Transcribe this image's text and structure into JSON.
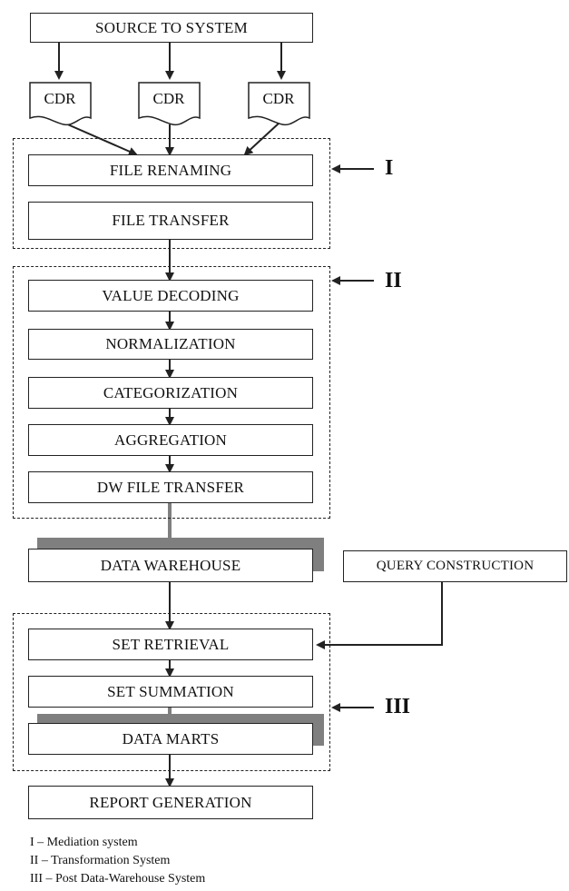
{
  "diagram": {
    "source": "SOURCE TO SYSTEM",
    "cdr_labels": [
      "CDR",
      "CDR",
      "CDR"
    ],
    "stage1": {
      "label": "I",
      "steps": [
        "FILE RENAMING",
        "FILE TRANSFER"
      ]
    },
    "stage2": {
      "label": "II",
      "steps": [
        "VALUE DECODING",
        "NORMALIZATION",
        "CATEGORIZATION",
        "AGGREGATION",
        "DW FILE TRANSFER"
      ]
    },
    "data_warehouse": "DATA WAREHOUSE",
    "query_construction": "QUERY CONSTRUCTION",
    "stage3": {
      "label": "III",
      "steps": [
        "SET RETRIEVAL",
        "SET SUMMATION",
        "DATA MARTS"
      ]
    },
    "report": "REPORT GENERATION"
  },
  "legend": [
    "I  – Mediation system",
    "II – Transformation System",
    "III – Post Data-Warehouse System"
  ]
}
